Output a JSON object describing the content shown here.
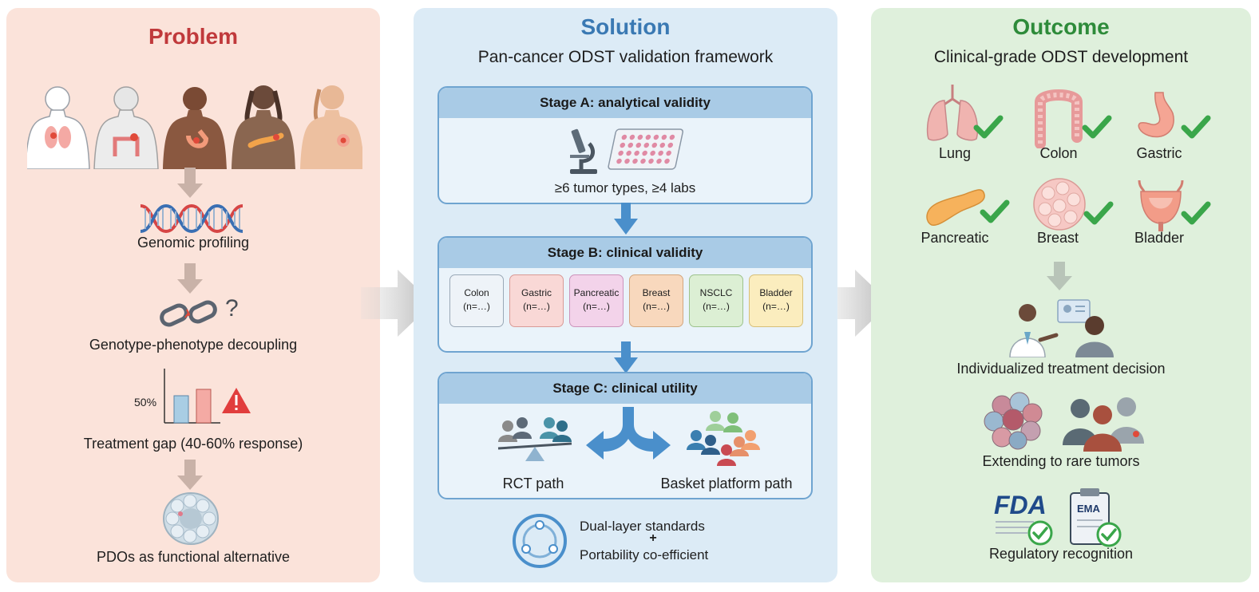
{
  "problem": {
    "title": "Problem",
    "steps": {
      "genomic": "Genomic profiling",
      "decoupling": "Genotype-phenotype decoupling",
      "gap": "Treatment gap (40-60% response)",
      "pdo": "PDOs as functional alternative"
    },
    "chart_label": "50%",
    "question_mark": "?"
  },
  "solution": {
    "title": "Solution",
    "subtitle": "Pan-cancer ODST validation framework",
    "stage_a": {
      "title": "Stage A: analytical validity",
      "caption": "≥6 tumor types, ≥4 labs"
    },
    "stage_b": {
      "title": "Stage B: clinical validity",
      "tumors": [
        {
          "name": "Colon",
          "n": "(n=…)"
        },
        {
          "name": "Gastric",
          "n": "(n=…)"
        },
        {
          "name": "Pancreatic",
          "n": "(n=…)"
        },
        {
          "name": "Breast",
          "n": "(n=…)"
        },
        {
          "name": "NSCLC",
          "n": "(n=…)"
        },
        {
          "name": "Bladder",
          "n": "(n=…)"
        }
      ]
    },
    "stage_c": {
      "title": "Stage C: clinical utility",
      "rct": "RCT path",
      "basket": "Basket platform path"
    },
    "standards_line1": "Dual-layer standards",
    "standards_plus": "+",
    "standards_line2": "Portability co-efficient"
  },
  "outcome": {
    "title": "Outcome",
    "subtitle": "Clinical-grade ODST development",
    "organs": [
      "Lung",
      "Colon",
      "Gastric",
      "Pancreatic",
      "Breast",
      "Bladder"
    ],
    "decision": "Individualized treatment decision",
    "rare": "Extending to rare tumors",
    "regulatory": "Regulatory recognition",
    "fda": "FDA",
    "ema": "EMA"
  },
  "colors": {
    "problem_title": "#c0393b",
    "solution_title": "#3a79b3",
    "outcome_title": "#2e8b3a",
    "check": "#3aa64a",
    "stage_header": "#a9cbe6",
    "flow_arrow": "#4a8fcb"
  },
  "icons": [
    "body-silhouette-icon",
    "dna-helix-icon",
    "broken-link-icon",
    "warning-icon",
    "organoid-icon",
    "microscope-icon",
    "well-plate-icon",
    "people-group-icon",
    "balance-scale-icon",
    "cycle-icon",
    "organ-icon",
    "check-icon",
    "doctor-patient-icon",
    "tumor-cluster-icon",
    "fda-logo-icon",
    "ema-clipboard-icon"
  ]
}
